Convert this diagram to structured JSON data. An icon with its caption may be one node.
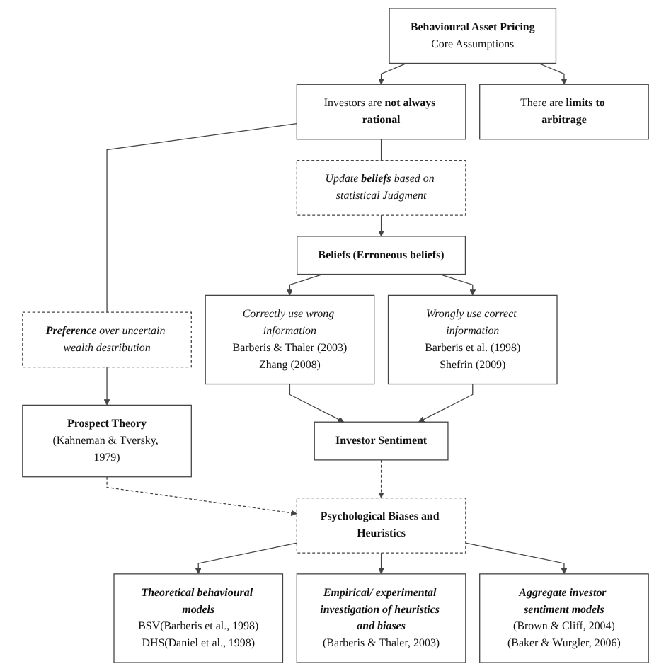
{
  "diagram": {
    "nodes": [
      {
        "text": [
          "Behavioural Asset Pricing",
          "Core Assumptions"
        ]
      },
      {
        "text": [
          "Investors are **not always rational**"
        ]
      },
      {
        "text": [
          "There are **limits to arbitrage**"
        ]
      },
      {
        "text": [
          "**Preference** over uncertain wealth destribution"
        ]
      },
      {
        "text": [
          "Update **beliefs** based on statistical Judgment"
        ]
      },
      {
        "text": [
          "Prospect Theory",
          "(Kahneman & Tversky, 1979)"
        ]
      },
      {
        "text": [
          "Beliefs (Erroneous beliefs)"
        ]
      },
      {
        "text": [
          "Correctly use wrong information",
          "Barberis & Thaler (2003)",
          "Zhang (2008)"
        ]
      },
      {
        "text": [
          "Wrongly use correct information",
          "Barberis et al. (1998)",
          "Shefrin (2009)"
        ]
      },
      {
        "text": [
          "Investor Sentiment"
        ]
      },
      {
        "text": [
          "Psychological Biases and Heuristics"
        ]
      },
      {
        "text": [
          "Theoretical behavioural models",
          "BSV(Barberis et al., 1998)",
          "DHS(Daniel et al., 1998)"
        ]
      },
      {
        "text": [
          "Empirical/ experimental investigation of heuristics and biases",
          "(Barberis & Thaler, 2003)"
        ]
      },
      {
        "text": [
          "Aggregate investor sentiment models",
          "(Brown & Cliff, 2004)",
          "(Baker & Wurgler, 2006)"
        ]
      }
    ],
    "edges": [
      {
        "from": 0,
        "to": 1,
        "arrow": "to"
      },
      {
        "from": 0,
        "to": 2,
        "arrow": "to"
      },
      {
        "from": 1,
        "to": 3,
        "arrow": "none"
      },
      {
        "from": 1,
        "to": 4,
        "arrow": "none"
      },
      {
        "from": 3,
        "to": 5,
        "arrow": "to"
      },
      {
        "from": 4,
        "to": 6,
        "arrow": "to"
      },
      {
        "from": 6,
        "to": 7,
        "arrow": "to"
      },
      {
        "from": 6,
        "to": 8,
        "arrow": "to"
      },
      {
        "from": 7,
        "to": 9,
        "arrow": "to"
      },
      {
        "from": 8,
        "to": 9,
        "arrow": "to"
      },
      {
        "from": 5,
        "to": 10,
        "arrow": "to",
        "style": "dashed"
      },
      {
        "from": 9,
        "to": 10,
        "arrow": "to",
        "style": "dashed"
      },
      {
        "from": 10,
        "to": 11,
        "arrow": "to"
      },
      {
        "from": 10,
        "to": 12,
        "arrow": "to"
      },
      {
        "from": 10,
        "to": 13,
        "arrow": "to"
      }
    ]
  }
}
